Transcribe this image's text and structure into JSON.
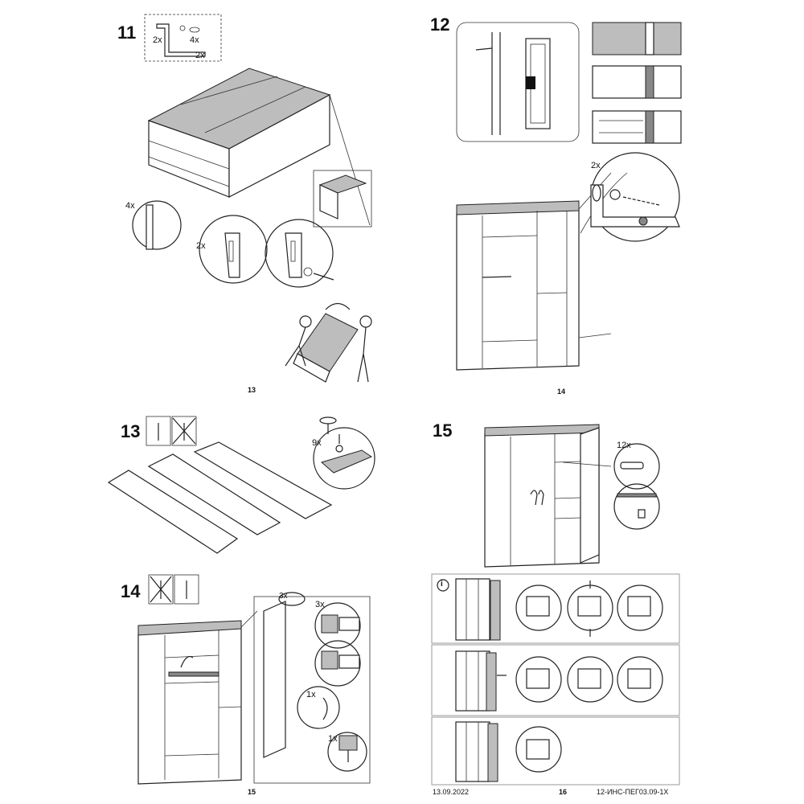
{
  "steps": {
    "s11": {
      "number": "11",
      "parts_qty": [
        "2x",
        "4x",
        "2x"
      ],
      "qty_clips": "4x",
      "qty_bracket": "2x",
      "page": "13"
    },
    "s12": {
      "number": "12",
      "qty_bracket": "2x",
      "page": "14"
    },
    "s13": {
      "number": "13",
      "qty_screws": "9x"
    },
    "s14": {
      "number": "14",
      "qty_hinges": "3x",
      "qty_hinge_detail": "3x",
      "qty_handle": "1x",
      "qty_knob": "1x",
      "page": "15"
    },
    "s15": {
      "number": "15",
      "qty_pins": "12x"
    }
  },
  "adjust": {
    "info_icon": "i",
    "page": "16"
  },
  "footer": {
    "date": "13.09.2022",
    "doc_code": "12-ИНС-ПЕГ03.09-1Х"
  },
  "colors": {
    "line": "#222222",
    "shade": "#bdbdbd",
    "panel_border": "#999999"
  }
}
